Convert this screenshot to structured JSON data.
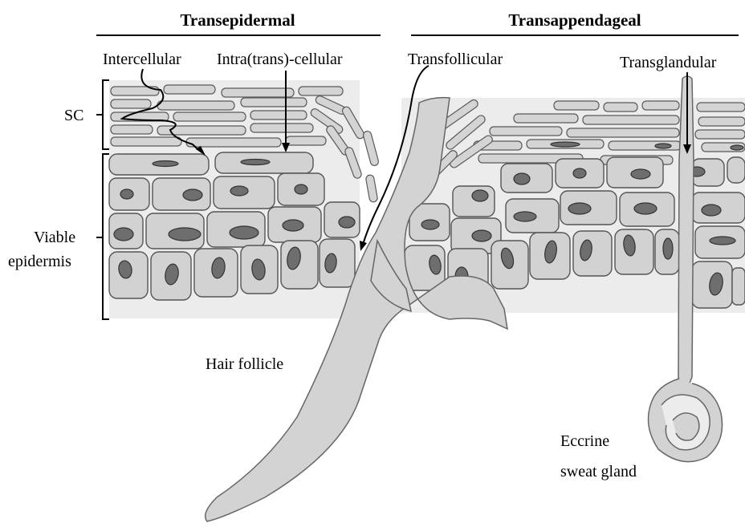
{
  "headers": {
    "transepidermal": "Transepidermal",
    "transappendageal": "Transappendageal"
  },
  "routes": {
    "intercellular": "Intercellular",
    "intracellular": "Intra(trans)-cellular",
    "transfollicular": "Transfollicular",
    "transglandular": "Transglandular"
  },
  "layers": {
    "sc": "SC",
    "viable_line1": "Viable",
    "viable_line2": "epidermis"
  },
  "structures": {
    "hair_follicle": "Hair follicle",
    "gland_line1": "Eccrine",
    "gland_line2": "sweat gland"
  }
}
